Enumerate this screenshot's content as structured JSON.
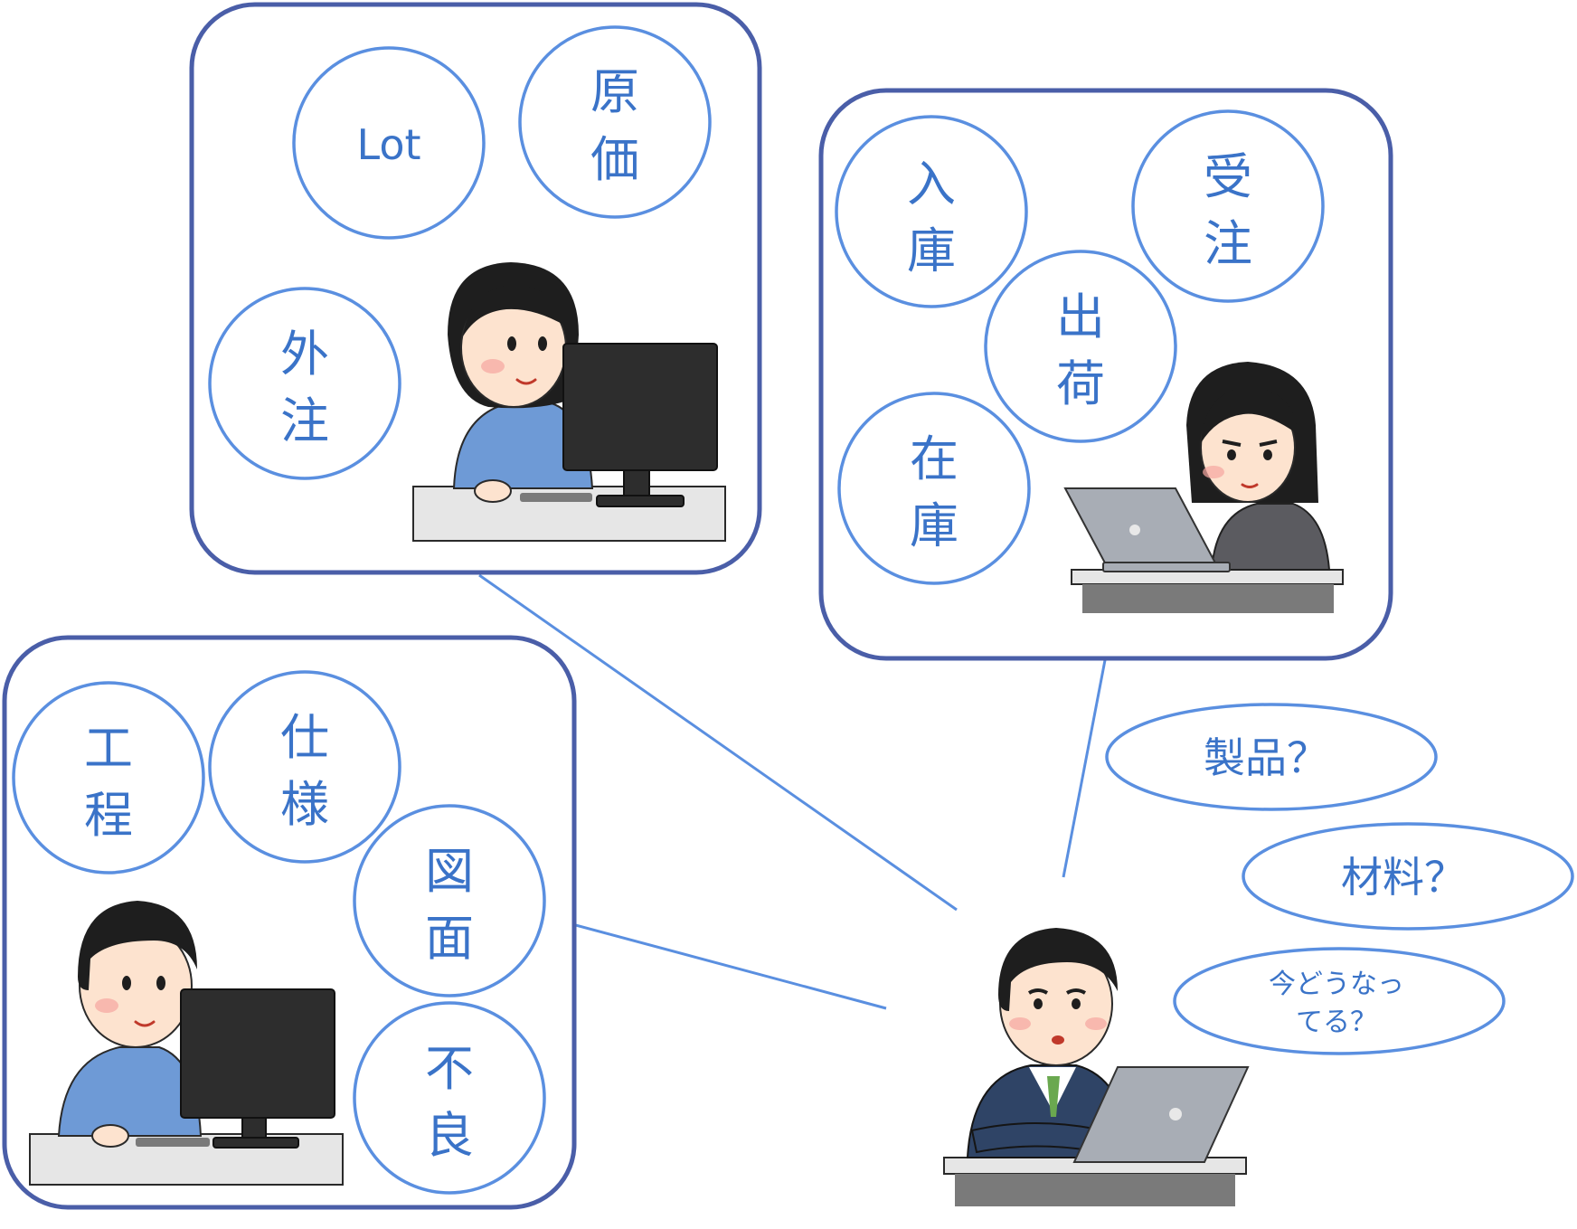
{
  "panels": {
    "top_left": {
      "bubbles": [
        "Lot",
        "原\n価",
        "外\n注"
      ]
    },
    "top_right": {
      "bubbles": [
        "入\n庫",
        "受\n注",
        "出\n荷",
        "在\n庫"
      ]
    },
    "bottom_left": {
      "bubbles": [
        "工\n程",
        "仕\n様",
        "図\n面",
        "不\n良"
      ]
    }
  },
  "thoughts": {
    "q1": "製品？",
    "q2": "材料？",
    "q3_line1": "今どうなっ",
    "q3_line2": "てる？"
  },
  "bubble_labels": {
    "lot": "Lot",
    "genka_1": "原",
    "genka_2": "価",
    "gaichu_1": "外",
    "gaichu_2": "注",
    "nyuko_1": "入",
    "nyuko_2": "庫",
    "juchu_1": "受",
    "juchu_2": "注",
    "shukka_1": "出",
    "shukka_2": "荷",
    "zaiko_1": "在",
    "zaiko_2": "庫",
    "kotei_1": "工",
    "kotei_2": "程",
    "shiyo_1": "仕",
    "shiyo_2": "様",
    "zumen_1": "図",
    "zumen_2": "面",
    "furyo_1": "不",
    "furyo_2": "良"
  },
  "colors": {
    "panel_border": "#4a5ea8",
    "bubble_border": "#5a8fe0",
    "text": "#3a73c8"
  }
}
